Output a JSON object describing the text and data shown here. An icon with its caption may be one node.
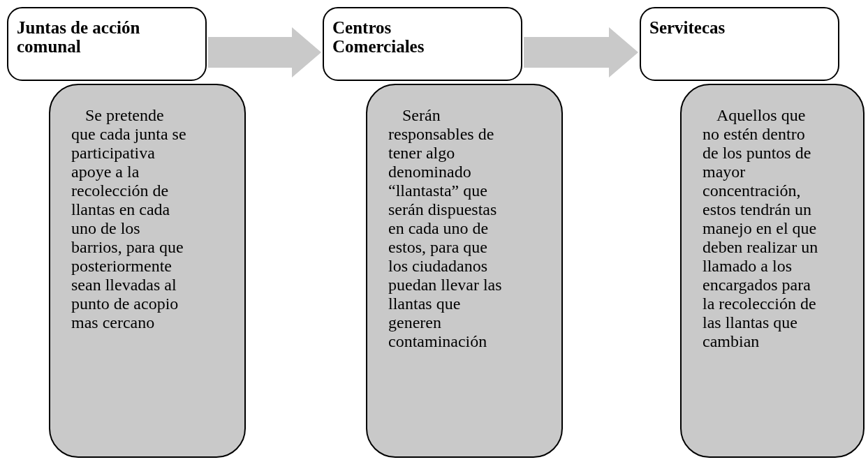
{
  "diagram": {
    "nodes": [
      {
        "text": [
          "Juntas de acción comunal"
        ]
      },
      {
        "text": [
          "Se pretende que cada junta se participativa apoye a la recolección de llantas en cada uno de los barrios, para que posteriormente sean llevadas al punto de acopio mas cercano"
        ]
      },
      {
        "text": [
          "Centros Comerciales"
        ]
      },
      {
        "text": [
          "Serán responsables de tener algo denominado “llantasta” que serán dispuestas en cada uno de estos, para que los ciudadanos puedan llevar las llantas que generen contaminación"
        ]
      },
      {
        "text": [
          "Servitecas"
        ]
      },
      {
        "text": [
          "Aquellos que no estén dentro de los puntos de mayor concentración, estos tendrán un manejo en el que deben realizar un llamado a los encargados para la recolección de las llantas que cambian"
        ]
      }
    ],
    "edges": [
      {
        "from": 0,
        "to": 2,
        "arrow": "to"
      },
      {
        "from": 2,
        "to": 4,
        "arrow": "to"
      }
    ]
  }
}
